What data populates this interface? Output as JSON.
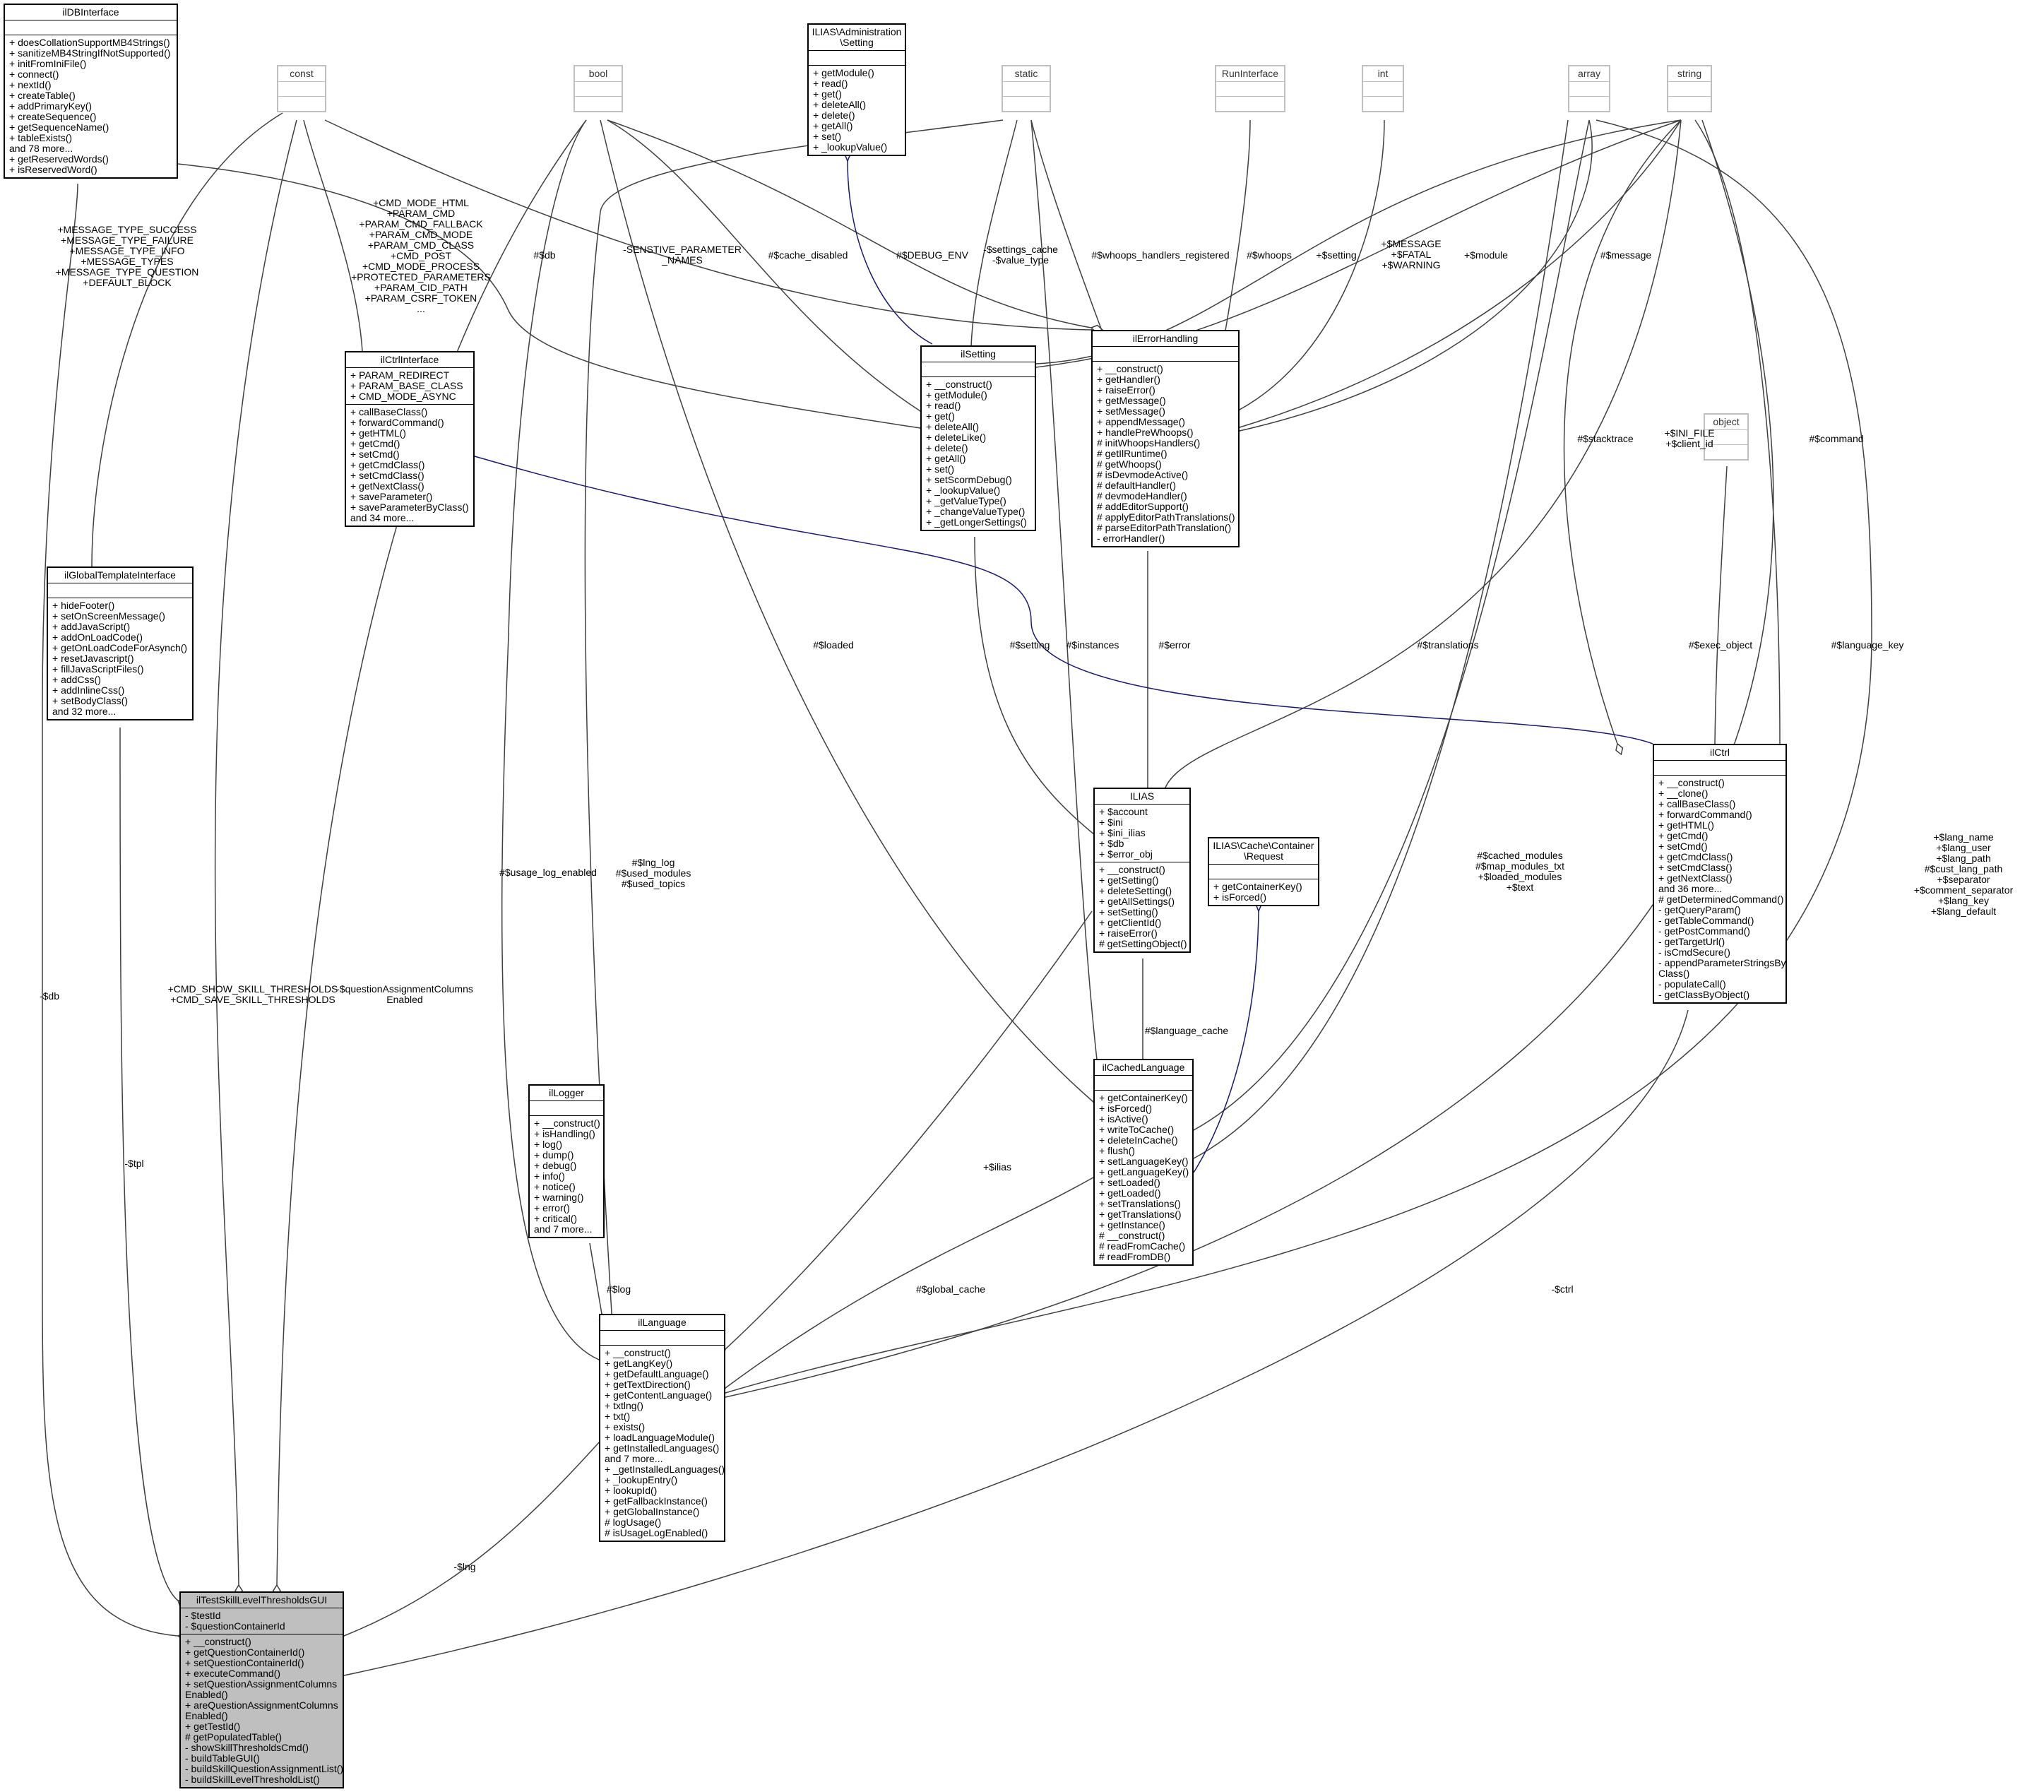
{
  "nodes": {
    "ilDBInterface": {
      "title": "ilDBInterface",
      "attrs": [],
      "ops": [
        "+ doesCollationSupportMB4Strings()",
        "+ sanitizeMB4StringIfNotSupported()",
        "+ initFromIniFile()",
        "+ connect()",
        "+ nextId()",
        "+ createTable()",
        "+ addPrimaryKey()",
        "+ createSequence()",
        "+ getSequenceName()",
        "+ tableExists()",
        "and 78 more...",
        "+ getReservedWords()",
        "+ isReservedWord()"
      ]
    },
    "const": {
      "title": "const",
      "attrs": [],
      "ops": []
    },
    "bool": {
      "title": "bool",
      "attrs": [],
      "ops": []
    },
    "AdminSetting": {
      "title": "ILIAS\\Administration\n\\Setting",
      "attrs": [],
      "ops": [
        "+ getModule()",
        "+ read()",
        "+ get()",
        "+ deleteAll()",
        "+ delete()",
        "+ getAll()",
        "+ set()",
        "+ _lookupValue()"
      ]
    },
    "static": {
      "title": "static",
      "attrs": [],
      "ops": []
    },
    "RunInterface": {
      "title": "RunInterface",
      "attrs": [],
      "ops": []
    },
    "int": {
      "title": "int",
      "attrs": [],
      "ops": []
    },
    "array": {
      "title": "array",
      "attrs": [],
      "ops": []
    },
    "string": {
      "title": "string",
      "attrs": [],
      "ops": []
    },
    "ilCtrlInterface": {
      "title": "ilCtrlInterface",
      "attrs": [
        "+ PARAM_REDIRECT",
        "+ PARAM_BASE_CLASS",
        "+ CMD_MODE_ASYNC"
      ],
      "ops": [
        "+ callBaseClass()",
        "+ forwardCommand()",
        "+ getHTML()",
        "+ getCmd()",
        "+ setCmd()",
        "+ getCmdClass()",
        "+ setCmdClass()",
        "+ getNextClass()",
        "+ saveParameter()",
        "+ saveParameterByClass()",
        "and 34 more..."
      ]
    },
    "ilSetting": {
      "title": "ilSetting",
      "attrs": [],
      "ops": [
        "+ __construct()",
        "+ getModule()",
        "+ read()",
        "+ get()",
        "+ deleteAll()",
        "+ deleteLike()",
        "+ delete()",
        "+ getAll()",
        "+ set()",
        "+ setScormDebug()",
        "+ _lookupValue()",
        "+ _getValueType()",
        "+ _changeValueType()",
        "+ _getLongerSettings()"
      ]
    },
    "ilErrorHandling": {
      "title": "ilErrorHandling",
      "attrs": [],
      "ops": [
        "+ __construct()",
        "+ getHandler()",
        "+ raiseError()",
        "+ getMessage()",
        "+ setMessage()",
        "+ appendMessage()",
        "+ handlePreWhoops()",
        "# initWhoopsHandlers()",
        "# getIlRuntime()",
        "# getWhoops()",
        "# isDevmodeActive()",
        "# defaultHandler()",
        "# devmodeHandler()",
        "# addEditorSupport()",
        "# applyEditorPathTranslations()",
        "# parseEditorPathTranslation()",
        "- errorHandler()"
      ]
    },
    "object": {
      "title": "object",
      "attrs": [],
      "ops": []
    },
    "ilGlobalTemplateInterface": {
      "title": "ilGlobalTemplateInterface",
      "attrs": [],
      "ops": [
        "+ hideFooter()",
        "+ setOnScreenMessage()",
        "+ addJavaScript()",
        "+ addOnLoadCode()",
        "+ getOnLoadCodeForAsynch()",
        "+ resetJavascript()",
        "+ fillJavaScriptFiles()",
        "+ addCss()",
        "+ addInlineCss()",
        "+ setBodyClass()",
        "and 32 more..."
      ]
    },
    "ilCtrl": {
      "title": "ilCtrl",
      "attrs": [],
      "ops": [
        "+ __construct()",
        "+ __clone()",
        "+ callBaseClass()",
        "+ forwardCommand()",
        "+ getHTML()",
        "+ getCmd()",
        "+ setCmd()",
        "+ getCmdClass()",
        "+ setCmdClass()",
        "+ getNextClass()",
        "and 36 more...",
        "# getDeterminedCommand()",
        "- getQueryParam()",
        "- getTableCommand()",
        "- getPostCommand()",
        "- getTargetUrl()",
        "- isCmdSecure()",
        "- appendParameterStringsBy\nClass()",
        "- populateCall()",
        "- getClassByObject()"
      ]
    },
    "ILIAS": {
      "title": "ILIAS",
      "attrs": [
        "+ $account",
        "+ $ini",
        "+ $ini_ilias",
        "+ $db",
        "+ $error_obj"
      ],
      "ops": [
        "+ __construct()",
        "+ getSetting()",
        "+ deleteSetting()",
        "+ getAllSettings()",
        "+ setSetting()",
        "+ getClientId()",
        "+ raiseError()",
        "# getSettingObject()"
      ]
    },
    "CacheRequest": {
      "title": "ILIAS\\Cache\\Container\n\\Request",
      "attrs": [],
      "ops": [
        "+ getContainerKey()",
        "+ isForced()"
      ]
    },
    "ilLogger": {
      "title": "ilLogger",
      "attrs": [],
      "ops": [
        "+ __construct()",
        "+ isHandling()",
        "+ log()",
        "+ dump()",
        "+ debug()",
        "+ info()",
        "+ notice()",
        "+ warning()",
        "+ error()",
        "+ critical()",
        "and 7 more..."
      ]
    },
    "ilCachedLanguage": {
      "title": "ilCachedLanguage",
      "attrs": [],
      "ops": [
        "+ getContainerKey()",
        "+ isForced()",
        "+ isActive()",
        "+ writeToCache()",
        "+ deleteInCache()",
        "+ flush()",
        "+ setLanguageKey()",
        "+ getLanguageKey()",
        "+ setLoaded()",
        "+ getLoaded()",
        "+ setTranslations()",
        "+ getTranslations()",
        "+ getInstance()",
        "# __construct()",
        "# readFromCache()",
        "# readFromDB()"
      ]
    },
    "ilLanguage": {
      "title": "ilLanguage",
      "attrs": [],
      "ops": [
        "+ __construct()",
        "+ getLangKey()",
        "+ getDefaultLanguage()",
        "+ getTextDirection()",
        "+ getContentLanguage()",
        "+ txtlng()",
        "+ txt()",
        "+ exists()",
        "+ loadLanguageModule()",
        "+ getInstalledLanguages()",
        "and 7 more...",
        "+ _getInstalledLanguages()",
        "+ _lookupEntry()",
        "+ lookupId()",
        "+ getFallbackInstance()",
        "+ getGlobalInstance()",
        "# logUsage()",
        "# isUsageLogEnabled()"
      ]
    },
    "ilTestSkillLevelThresholdsGUI": {
      "title": "ilTestSkillLevelThresholdsGUI",
      "attrs": [
        "- $testId",
        "- $questionContainerId"
      ],
      "ops": [
        "+ __construct()",
        "+ getQuestionContainerId()",
        "+ setQuestionContainerId()",
        "+ executeCommand()",
        "+ setQuestionAssignmentColumns\nEnabled()",
        "+ areQuestionAssignmentColumns\nEnabled()",
        "+ getTestId()",
        "# getPopulatedTable()",
        "- showSkillThresholdsCmd()",
        "- buildTableGUI()",
        "- buildSkillQuestionAssignmentList()",
        "- buildSkillLevelThresholdList()"
      ]
    }
  },
  "edge_labels": {
    "msg_types": "+MESSAGE_TYPE_SUCCESS\n+MESSAGE_TYPE_FAILURE\n+MESSAGE_TYPE_INFO\n+MESSAGE_TYPES\n+MESSAGE_TYPE_QUESTION\n+DEFAULT_BLOCK",
    "ctrl_consts": "+CMD_MODE_HTML\n+PARAM_CMD\n+PARAM_CMD_FALLBACK\n+PARAM_CMD_MODE\n+PARAM_CMD_CLASS\n+CMD_POST\n+CMD_MODE_PROCESS\n+PROTECTED_PARAMETERS\n+PARAM_CID_PATH\n+PARAM_CSRF_TOKEN\n...",
    "db": "#$db",
    "sensitive": "-SENSTIVE_PARAMETER\n_NAMES",
    "cache_disabled": "#$cache_disabled",
    "debug_env": "#$DEBUG_ENV",
    "settings_cache": "-$settings_cache\n-$value_type",
    "whoops_reg": "#$whoops_handlers_registered",
    "whoops": "#$whoops",
    "setting_label": "+$setting",
    "fatal": "+$MESSAGE\n+$FATAL\n+$WARNING",
    "module": "+$module",
    "message": "#$message",
    "stacktrace": "#$stacktrace",
    "ini_file": "+$INI_FILE\n+$client_id",
    "command": "#$command",
    "exec_object": "#$exec_object",
    "language_key": "#$language_key",
    "loaded": "#$loaded",
    "setting2": "#$setting",
    "instances": "#$instances",
    "error": "#$error",
    "translations": "#$translations",
    "lang_fields": "+$lang_name\n+$lang_user\n+$lang_path\n#$cust_lang_path\n+$separator\n+$comment_separator\n+$lang_key\n+$lang_default",
    "cached_modules": "#$cached_modules\n#$map_modules_txt\n+$loaded_modules\n+$text",
    "lng_log": "#$lng_log\n#$used_modules\n#$used_topics",
    "usage_log": "#$usage_log_enabled",
    "language_cache": "#$language_cache",
    "ilias": "+$ilias",
    "log": "#$log",
    "global_cache": "#$global_cache",
    "minus_db": "-$db",
    "cmd_show": "+CMD_SHOW_SKILL_THRESHOLDS\n+CMD_SAVE_SKILL_THRESHOLDS",
    "qac_enabled": "-$questionAssignmentColumns\nEnabled",
    "tpl": "-$tpl",
    "lng": "-$lng",
    "ctrl": "-$ctrl"
  }
}
